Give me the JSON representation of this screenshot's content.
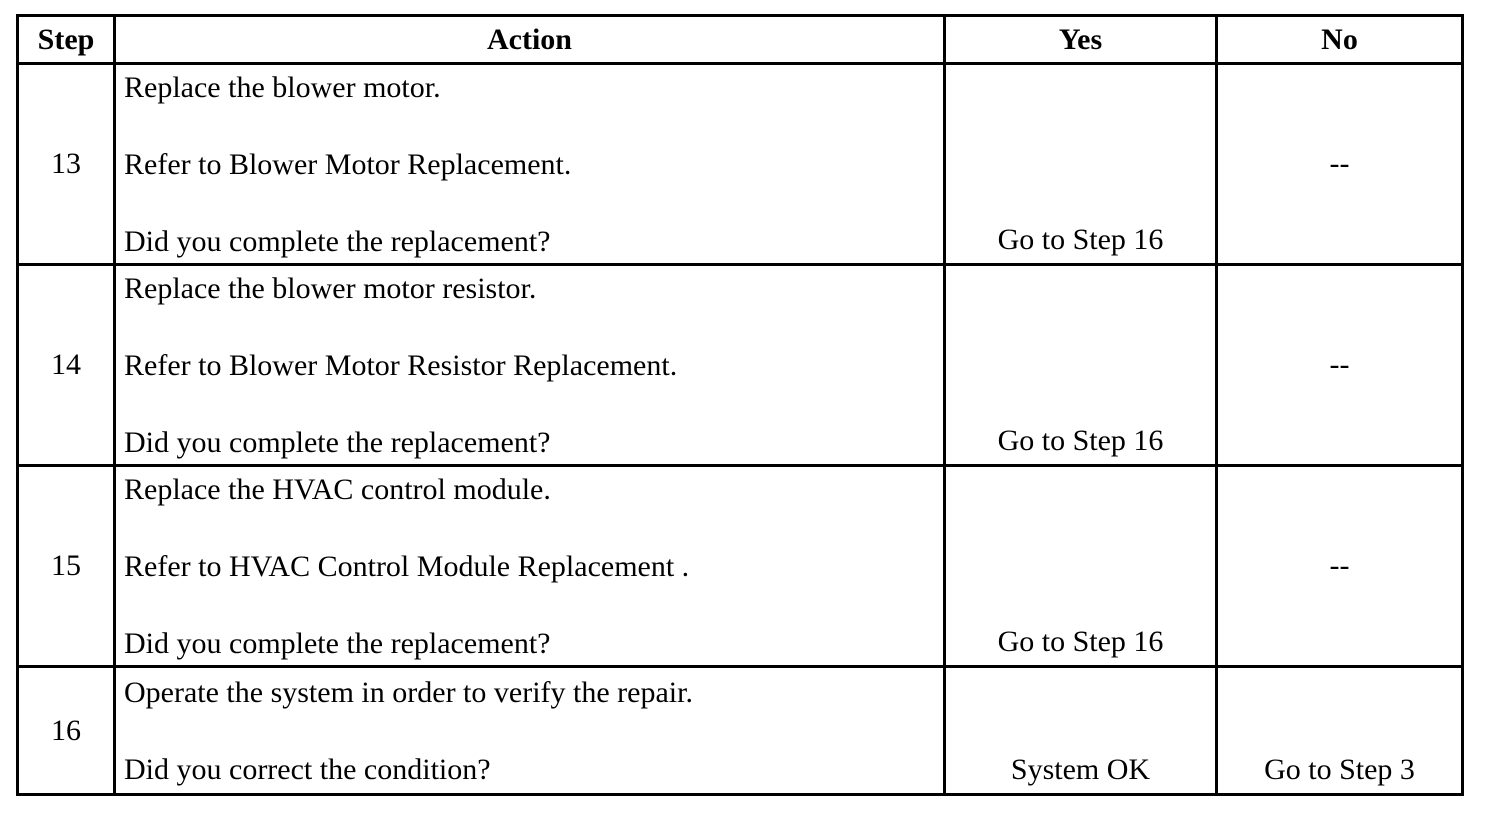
{
  "headers": {
    "step": "Step",
    "action": "Action",
    "yes": "Yes",
    "no": "No"
  },
  "rows": [
    {
      "step": "13",
      "action": [
        "Replace the blower motor.",
        "Refer to Blower Motor Replacement.",
        "Did you complete the replacement?"
      ],
      "yes": "Go to Step 16",
      "no": "--"
    },
    {
      "step": "14",
      "action": [
        "Replace the blower motor resistor.",
        "Refer to Blower Motor Resistor Replacement.",
        "Did you complete the replacement?"
      ],
      "yes": "Go to Step 16",
      "no": "--"
    },
    {
      "step": "15",
      "action": [
        "Replace the HVAC control module.",
        "Refer to HVAC Control Module Replacement .",
        "Did you complete the replacement?"
      ],
      "yes": "Go to Step 16",
      "no": "--"
    },
    {
      "step": "16",
      "action": [
        "Operate the system in order to verify the repair.",
        "Did you correct the condition?"
      ],
      "yes": "System OK",
      "no": "Go to Step 3"
    }
  ]
}
